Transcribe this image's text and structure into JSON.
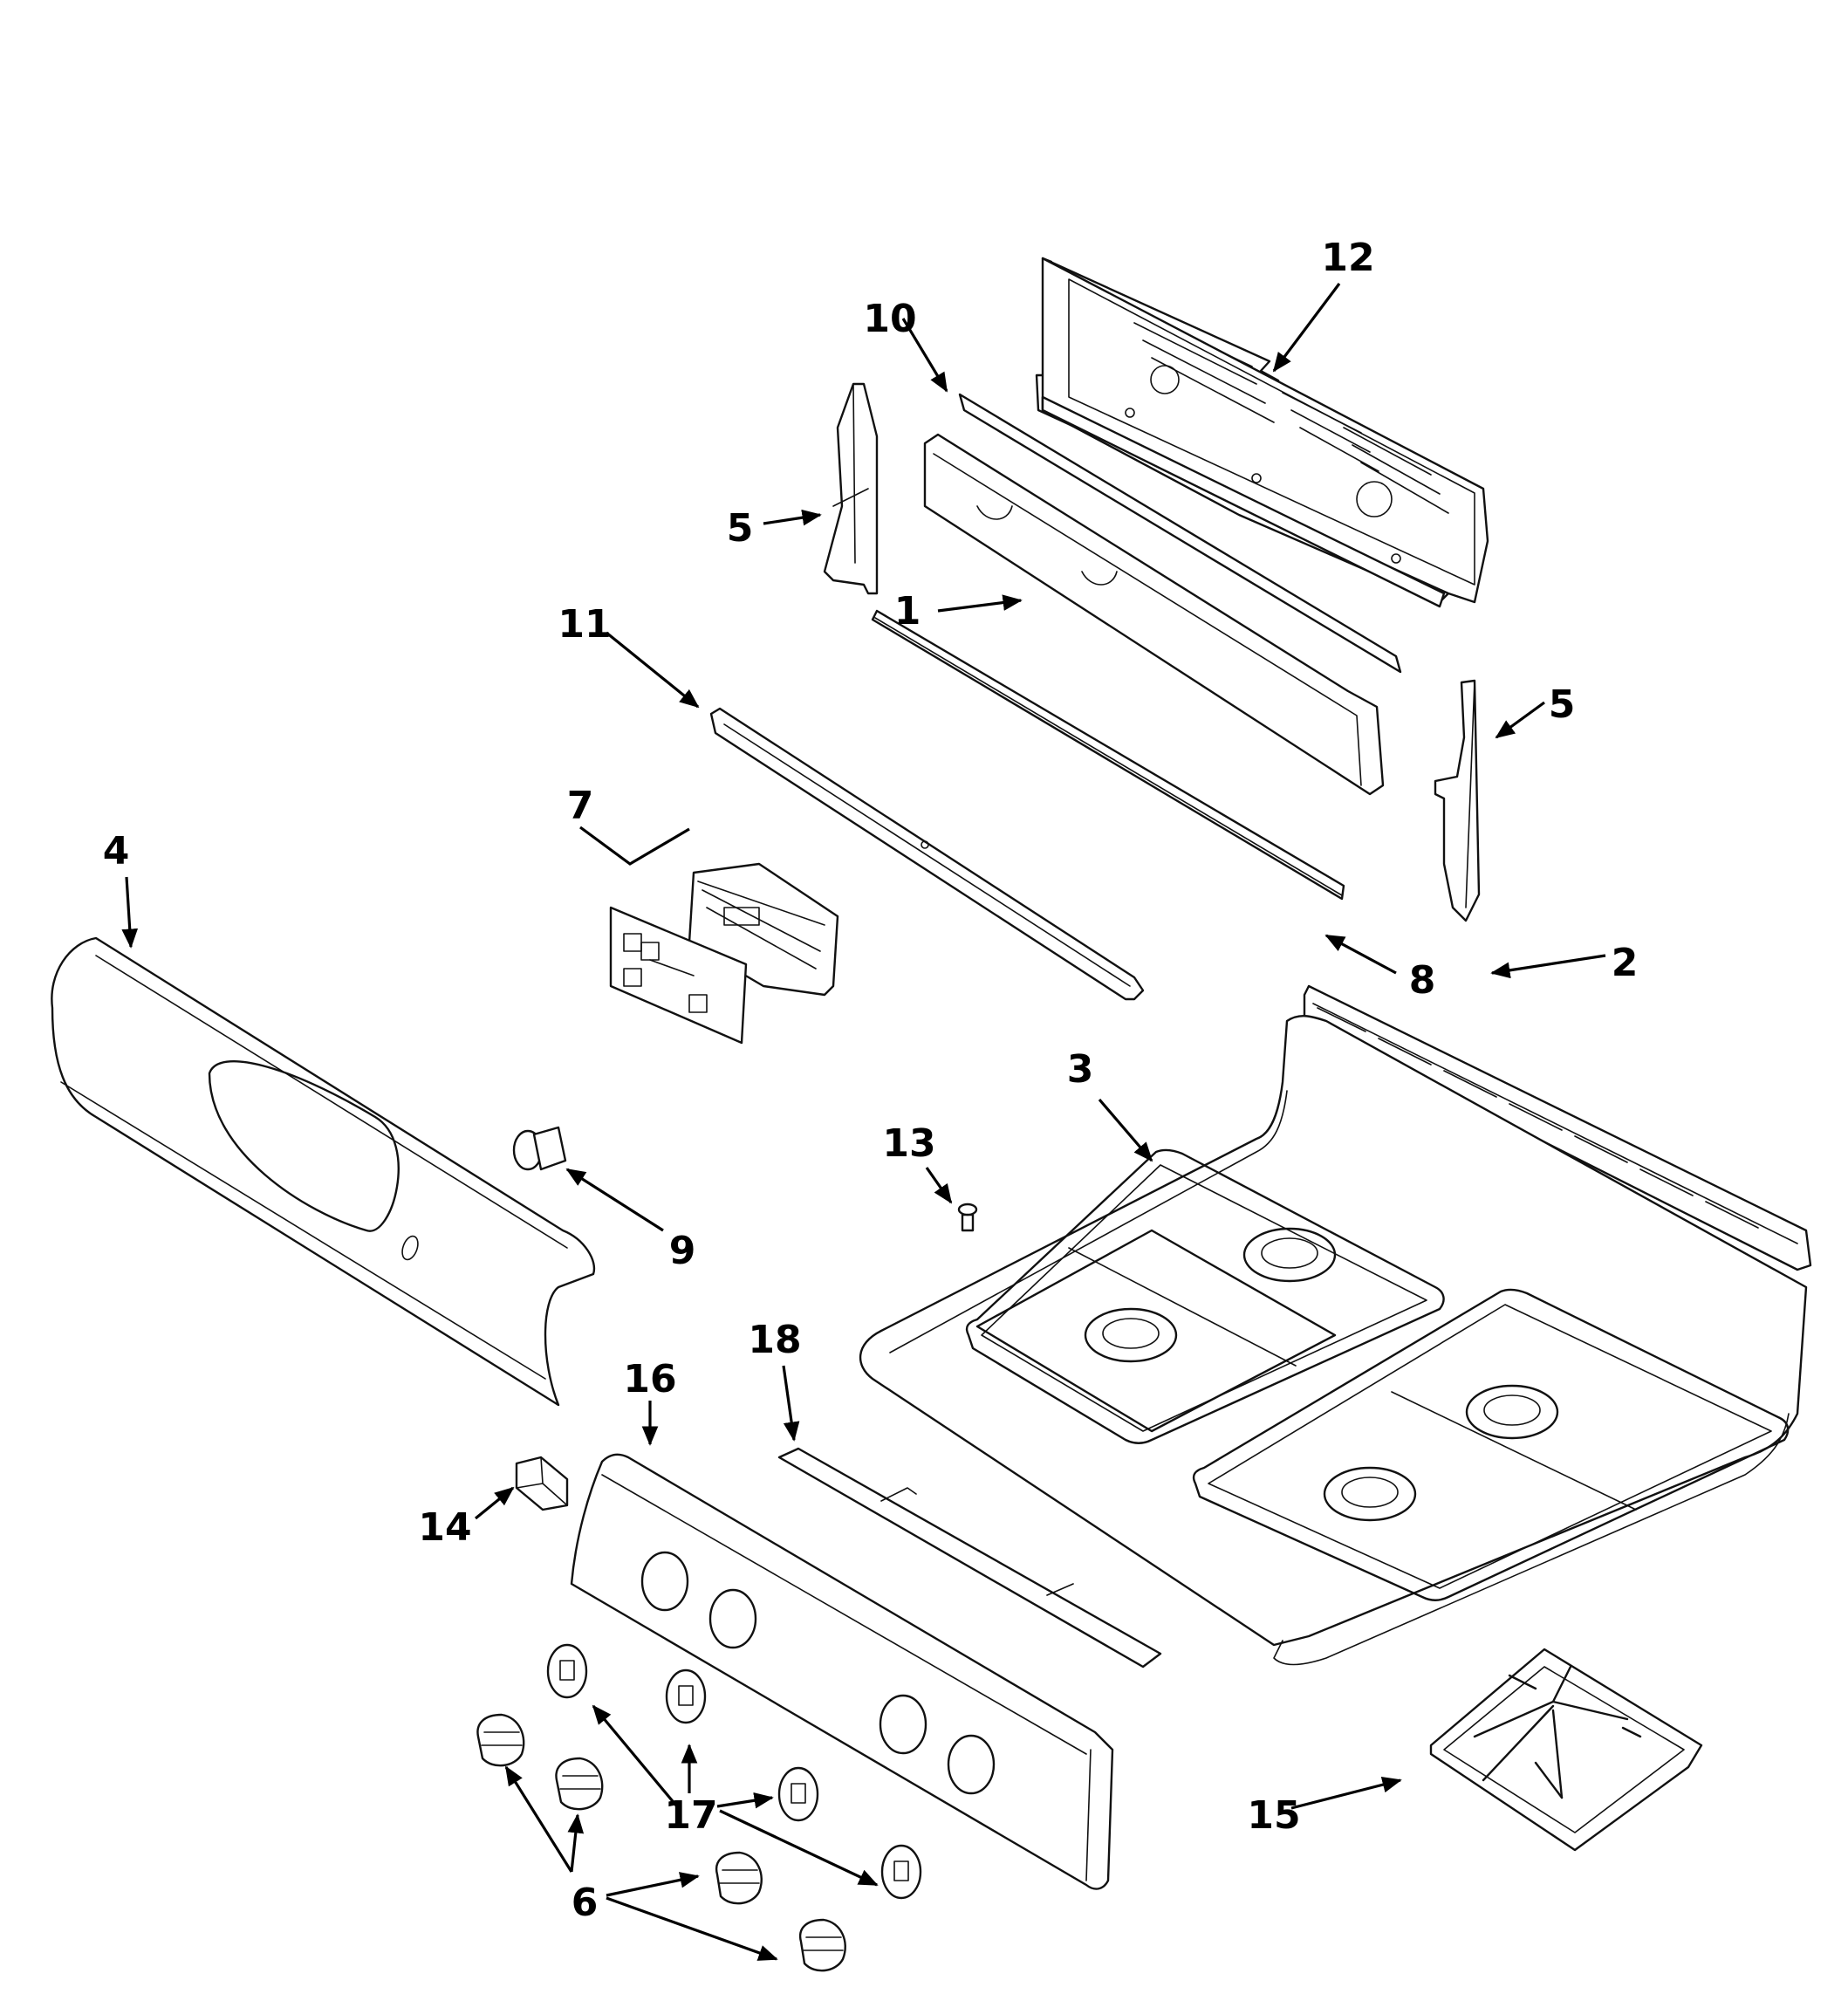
{
  "callouts": [
    {
      "id": "c1",
      "label": "1"
    },
    {
      "id": "c2",
      "label": "2"
    },
    {
      "id": "c3",
      "label": "3"
    },
    {
      "id": "c4",
      "label": "4"
    },
    {
      "id": "c5a",
      "label": "5"
    },
    {
      "id": "c5b",
      "label": "5"
    },
    {
      "id": "c6",
      "label": "6"
    },
    {
      "id": "c7",
      "label": "7"
    },
    {
      "id": "c8",
      "label": "8"
    },
    {
      "id": "c9",
      "label": "9"
    },
    {
      "id": "c10",
      "label": "10"
    },
    {
      "id": "c11",
      "label": "11"
    },
    {
      "id": "c12",
      "label": "12"
    },
    {
      "id": "c13",
      "label": "13"
    },
    {
      "id": "c14",
      "label": "14"
    },
    {
      "id": "c15",
      "label": "15"
    },
    {
      "id": "c16",
      "label": "16"
    },
    {
      "id": "c17",
      "label": "17"
    },
    {
      "id": "c18",
      "label": "18"
    }
  ]
}
